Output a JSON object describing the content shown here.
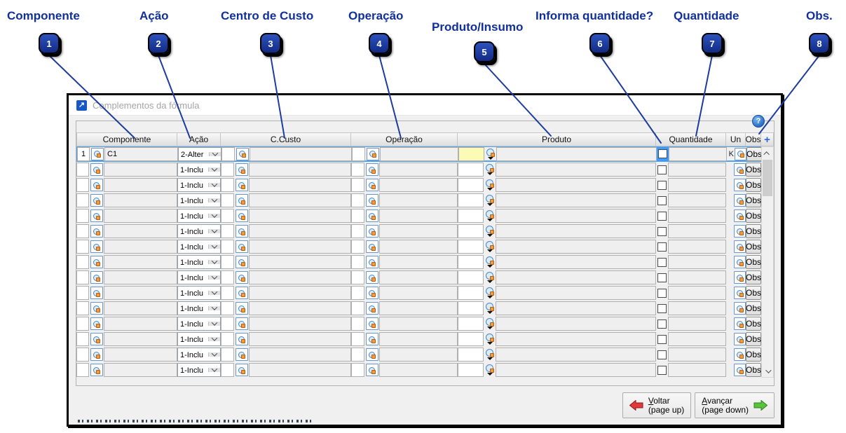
{
  "callouts": [
    {
      "num": "1",
      "label": "Componente"
    },
    {
      "num": "2",
      "label": "Ação"
    },
    {
      "num": "3",
      "label": "Centro de Custo"
    },
    {
      "num": "4",
      "label": "Operação"
    },
    {
      "num": "5",
      "label": "Produto/Insumo"
    },
    {
      "num": "6",
      "label": "Informa quantidade?"
    },
    {
      "num": "7",
      "label": "Quantidade"
    },
    {
      "num": "8",
      "label": "Obs."
    }
  ],
  "window": {
    "title": "Complementos da fórmula",
    "help_icon": "?",
    "app_icon_glyph": "↗"
  },
  "table": {
    "headers": [
      "Componente",
      "Ação",
      "C.Custo",
      "Operação",
      "Produto",
      "Quantidade",
      "Un",
      "Obs"
    ],
    "add_column_label": "+",
    "rows": [
      {
        "num": "1",
        "componente": "C1",
        "acao": "2-Alter",
        "ccusto": "",
        "operacao": "",
        "produto": "",
        "informa_quantidade": false,
        "quantidade": "",
        "un": "K",
        "obs": "Obs",
        "selected": true
      },
      {
        "num": "",
        "componente": "",
        "acao": "1-Inclu",
        "ccusto": "",
        "operacao": "",
        "produto": "",
        "informa_quantidade": false,
        "quantidade": "",
        "un": "",
        "obs": "Obs",
        "selected": false
      },
      {
        "num": "",
        "componente": "",
        "acao": "1-Inclu",
        "ccusto": "",
        "operacao": "",
        "produto": "",
        "informa_quantidade": false,
        "quantidade": "",
        "un": "",
        "obs": "Obs",
        "selected": false
      },
      {
        "num": "",
        "componente": "",
        "acao": "1-Inclu",
        "ccusto": "",
        "operacao": "",
        "produto": "",
        "informa_quantidade": false,
        "quantidade": "",
        "un": "",
        "obs": "Obs",
        "selected": false
      },
      {
        "num": "",
        "componente": "",
        "acao": "1-Inclu",
        "ccusto": "",
        "operacao": "",
        "produto": "",
        "informa_quantidade": false,
        "quantidade": "",
        "un": "",
        "obs": "Obs",
        "selected": false
      },
      {
        "num": "",
        "componente": "",
        "acao": "1-Inclu",
        "ccusto": "",
        "operacao": "",
        "produto": "",
        "informa_quantidade": false,
        "quantidade": "",
        "un": "",
        "obs": "Obs",
        "selected": false
      },
      {
        "num": "",
        "componente": "",
        "acao": "1-Inclu",
        "ccusto": "",
        "operacao": "",
        "produto": "",
        "informa_quantidade": false,
        "quantidade": "",
        "un": "",
        "obs": "Obs",
        "selected": false
      },
      {
        "num": "",
        "componente": "",
        "acao": "1-Inclu",
        "ccusto": "",
        "operacao": "",
        "produto": "",
        "informa_quantidade": false,
        "quantidade": "",
        "un": "",
        "obs": "Obs",
        "selected": false
      },
      {
        "num": "",
        "componente": "",
        "acao": "1-Inclu",
        "ccusto": "",
        "operacao": "",
        "produto": "",
        "informa_quantidade": false,
        "quantidade": "",
        "un": "",
        "obs": "Obs",
        "selected": false
      },
      {
        "num": "",
        "componente": "",
        "acao": "1-Inclu",
        "ccusto": "",
        "operacao": "",
        "produto": "",
        "informa_quantidade": false,
        "quantidade": "",
        "un": "",
        "obs": "Obs",
        "selected": false
      },
      {
        "num": "",
        "componente": "",
        "acao": "1-Inclu",
        "ccusto": "",
        "operacao": "",
        "produto": "",
        "informa_quantidade": false,
        "quantidade": "",
        "un": "",
        "obs": "Obs",
        "selected": false
      },
      {
        "num": "",
        "componente": "",
        "acao": "1-Inclu",
        "ccusto": "",
        "operacao": "",
        "produto": "",
        "informa_quantidade": false,
        "quantidade": "",
        "un": "",
        "obs": "Obs",
        "selected": false
      },
      {
        "num": "",
        "componente": "",
        "acao": "1-Inclu",
        "ccusto": "",
        "operacao": "",
        "produto": "",
        "informa_quantidade": false,
        "quantidade": "",
        "un": "",
        "obs": "Obs",
        "selected": false
      },
      {
        "num": "",
        "componente": "",
        "acao": "1-Inclu",
        "ccusto": "",
        "operacao": "",
        "produto": "",
        "informa_quantidade": false,
        "quantidade": "",
        "un": "",
        "obs": "Obs",
        "selected": false
      },
      {
        "num": "",
        "componente": "",
        "acao": "1-Inclu",
        "ccusto": "",
        "operacao": "",
        "produto": "",
        "informa_quantidade": false,
        "quantidade": "",
        "un": "",
        "obs": "Obs",
        "selected": false
      }
    ]
  },
  "footer": {
    "back_button": {
      "label": "Voltar",
      "sub": "(page up)"
    },
    "forward_button": {
      "label": "Avançar",
      "sub": "(page down)"
    }
  },
  "colors": {
    "callout_navy": "#10309b",
    "selection_blue": "#57a3e9",
    "checkbox_highlight": "#3d9bff",
    "focused_cell_yellow": "#fbfbb6",
    "back_arrow_red": "#e03a3a",
    "forward_arrow_green": "#58c437"
  }
}
